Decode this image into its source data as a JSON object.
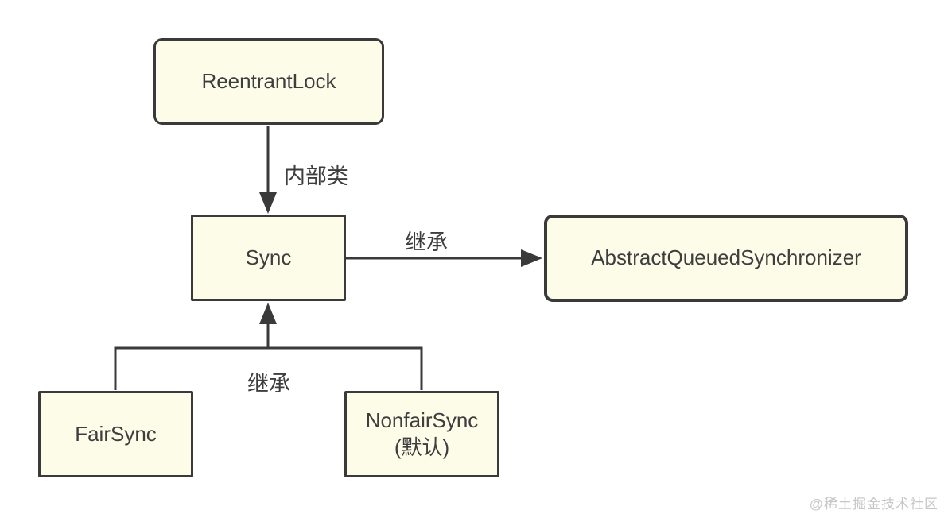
{
  "colors": {
    "bg": "#ffffff",
    "node_fill": "#FCFCE8",
    "node_border": "#3a3a3a",
    "text_color": "#3e3e3e",
    "watermark_color": "#c6c6c6"
  },
  "diagram": {
    "type": "class-relationship-diagram",
    "nodes": {
      "reentrantlock": {
        "label": "ReentrantLock"
      },
      "sync": {
        "label": "Sync"
      },
      "aqs": {
        "label": "AbstractQueuedSynchronizer"
      },
      "fairsync": {
        "label": "FairSync"
      },
      "nonfairsync": {
        "label": "NonfairSync",
        "sublabel": "(默认)"
      }
    },
    "edges": {
      "reentrantlock_to_sync": {
        "label": "内部类",
        "from": "ReentrantLock",
        "to": "Sync",
        "direction": "down"
      },
      "sync_to_aqs": {
        "label": "继承",
        "from": "Sync",
        "to": "AbstractQueuedSynchronizer",
        "direction": "right"
      },
      "subclasses_to_sync": {
        "label": "继承",
        "from": "FairSync, NonfairSync",
        "to": "Sync",
        "direction": "up"
      }
    },
    "watermark": "@稀土掘金技术社区"
  }
}
